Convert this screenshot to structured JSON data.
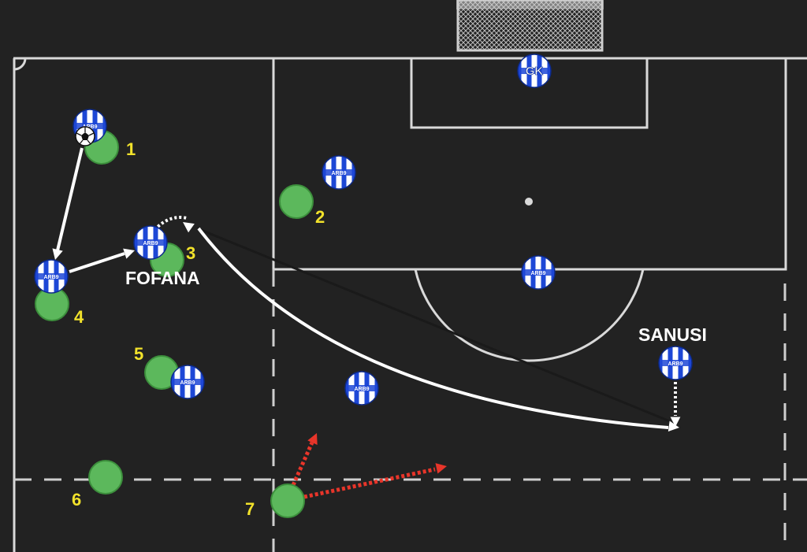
{
  "colors": {
    "background": "#222222",
    "pitch_lines": "#d9d9d9",
    "zone_lines": "#cfcfcf",
    "attacker_fill": "#5cb85c",
    "attacker_stroke": "#3c8f3c",
    "defender_kit_blue": "#1d47d6",
    "defender_kit_white": "#ffffff",
    "number_label": "#f2e22b",
    "name_label": "#ffffff",
    "pass_arrow": "#ffffff",
    "run_arrow": "#e8352a"
  },
  "attackers": [
    {
      "number": "1"
    },
    {
      "number": "2"
    },
    {
      "number": "3"
    },
    {
      "number": "4"
    },
    {
      "number": "5"
    },
    {
      "number": "6"
    },
    {
      "number": "7"
    }
  ],
  "defenders": {
    "goalkeeper_label": "GK",
    "kit_text": "ARB9"
  },
  "player_names": {
    "fofana": "FOFANA",
    "sanusi": "SANUSI"
  },
  "icons": {
    "ball": "soccer-ball-icon",
    "goal": "goal-net-icon"
  }
}
